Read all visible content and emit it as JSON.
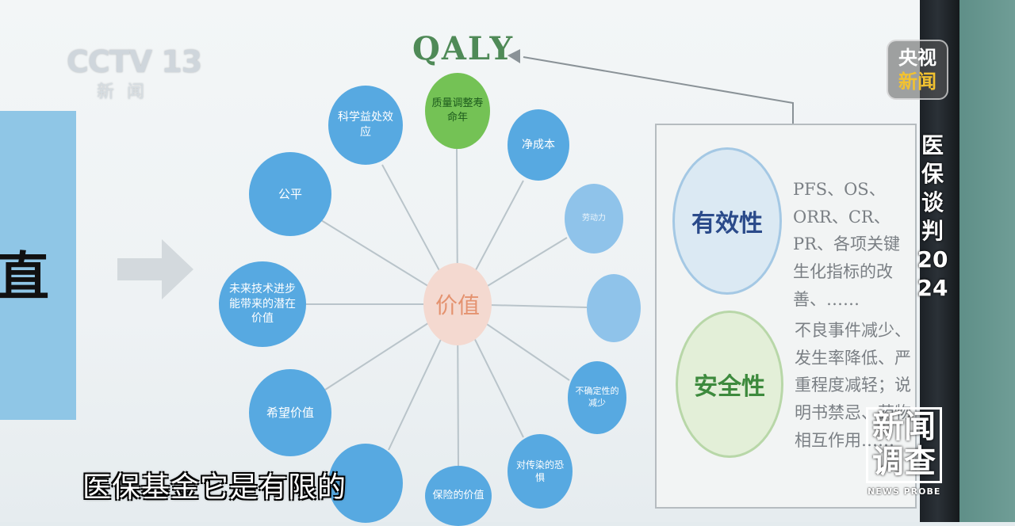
{
  "channel": {
    "logo": "CCTV 13",
    "logo_sub": "新闻"
  },
  "badge": {
    "line1": "央视",
    "line2": "新闻"
  },
  "program_title": "医保谈判2024",
  "program_logo": {
    "line1": "新闻",
    "line2": "调查",
    "english": "NEWS PROBE"
  },
  "subtitle": "医保基金它是有限的",
  "slide": {
    "left_panel_text": "直",
    "title": "QALY",
    "center": "价值",
    "bubbles": [
      {
        "label": "质量调整寿命年",
        "style": "green"
      },
      {
        "label": "科学益处效应",
        "style": "blue"
      },
      {
        "label": "净成本",
        "style": "blue"
      },
      {
        "label": "公平",
        "style": "blue"
      },
      {
        "label": "劳动力",
        "style": "faded"
      },
      {
        "label": "未来技术进步能带来的潜在价值",
        "style": "blue"
      },
      {
        "label": "",
        "style": "faded"
      },
      {
        "label": "希望价值",
        "style": "blue"
      },
      {
        "label": "不确定性的减少",
        "style": "blue"
      },
      {
        "label": "",
        "style": "blue"
      },
      {
        "label": "对传染的恐惧",
        "style": "blue"
      },
      {
        "label": "保险的价值",
        "style": "blue"
      }
    ],
    "categories": [
      {
        "label": "有效性",
        "description": "PFS、OS、ORR、CR、PR、各项关键生化指标的改善、……"
      },
      {
        "label": "安全性",
        "description": "不良事件减少、发生率降低、严重程度减轻；说明书禁忌、药物相互作用……"
      }
    ],
    "colors": {
      "qaly_green": "#4f8a57",
      "bubble_blue": "#57a9e1",
      "bubble_green": "#74c255",
      "center_pink": "#f4d9d0"
    }
  }
}
